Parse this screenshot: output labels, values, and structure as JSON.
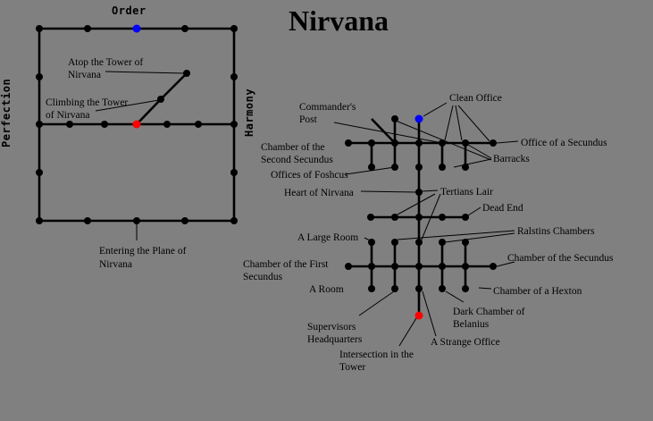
{
  "title": "Nirvana",
  "plane": {
    "edges": {
      "top": "Order",
      "left": "Perfection",
      "right": "Harmony"
    },
    "rooms": {
      "atop_tower": [
        "Atop the Tower of",
        "Nirvana"
      ],
      "climbing_tower": [
        "Climbing the Tower",
        "of Nirvana"
      ],
      "entering_plane": [
        "Entering the Plane of",
        "Nirvana"
      ]
    }
  },
  "tower": {
    "rooms": {
      "commanders_post": [
        "Commander's",
        "Post"
      ],
      "clean_office": [
        "Clean Office"
      ],
      "chamber_second_secundus": [
        "Chamber of the",
        "Second Secundus"
      ],
      "office_of_a_secundus": [
        "Office of a Secundus"
      ],
      "barracks": [
        "Barracks"
      ],
      "offices_of_foshcus": [
        "Offices of Foshcus"
      ],
      "heart_of_nirvana": [
        "Heart of Nirvana"
      ],
      "tertians_lair": [
        "Tertians Lair"
      ],
      "dead_end": [
        "Dead End"
      ],
      "a_large_room": [
        "A Large Room"
      ],
      "ralstins_chambers": [
        "Ralstins Chambers"
      ],
      "chamber_first_secundus": [
        "Chamber of the First",
        "Secundus"
      ],
      "chamber_of_the_secundus": [
        "Chamber of the Secundus"
      ],
      "a_room": [
        "A Room"
      ],
      "chamber_of_a_hexton": [
        "Chamber of a Hexton"
      ],
      "dark_chamber_belanius": [
        "Dark Chamber of",
        "Belanius"
      ],
      "supervisors_hq": [
        "Supervisors",
        "Headquarters"
      ],
      "a_strange_office": [
        "A Strange Office"
      ],
      "intersection_in_tower": [
        "Intersection in the",
        "Tower"
      ]
    }
  },
  "colors": {
    "background": "#808080",
    "path": "#000000",
    "room": "#000000",
    "exit_marker": "#0000ff",
    "entry_marker": "#ff0000"
  }
}
